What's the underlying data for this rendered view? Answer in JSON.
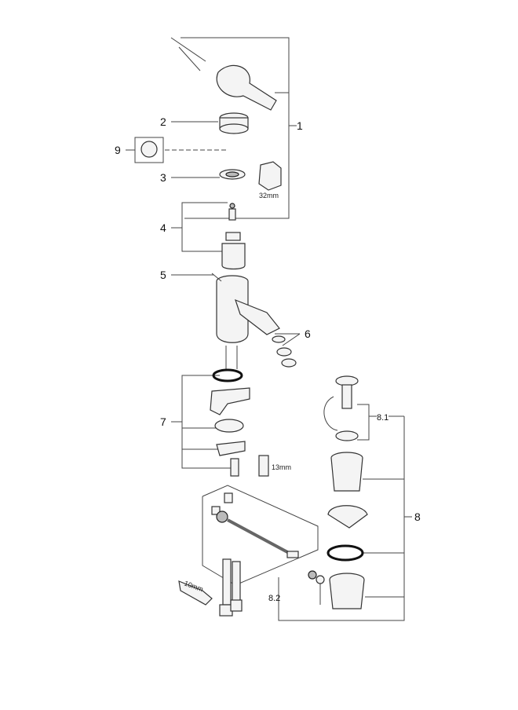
{
  "callouts": {
    "c1": "1",
    "c2": "2",
    "c3": "3",
    "c4": "4",
    "c5": "5",
    "c6": "6",
    "c7": "7",
    "c8": "8",
    "c9": "9",
    "c81": "8.1",
    "c82": "8.2"
  },
  "dimensions": {
    "wrench_32": "32mm",
    "wrench_13": "13mm",
    "wrench_10": "10mm"
  },
  "colors": {
    "line": "#444444",
    "part_fill": "#f4f4f4",
    "gasket": "#111111"
  }
}
